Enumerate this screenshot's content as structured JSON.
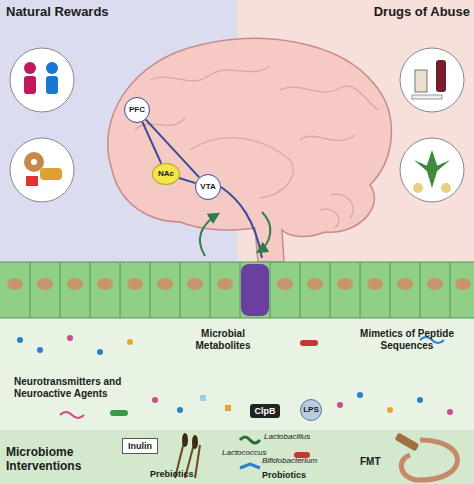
{
  "diagram": {
    "nodes": [
      {
        "text": [
          "Natural Rewards"
        ]
      },
      {
        "text": [
          "Drugs of Abuse"
        ]
      },
      {
        "text": [
          "PFC"
        ]
      },
      {
        "text": [
          "NAc"
        ]
      },
      {
        "text": [
          "VTA"
        ]
      },
      {
        "text": [
          "Neurotransmitters and Neuroactive Agents",
          "Microbial Metabolites",
          "Mimetics of Peptide Sequences"
        ]
      },
      {
        "text": [
          "ClpB"
        ],
        "in": 5
      },
      {
        "text": [
          "LPS"
        ],
        "in": 5
      },
      {
        "text": [
          "Microbiome Interventions",
          "Prebiotics",
          "Lactobacillus",
          "Lactococcus",
          "Bifidobacterium",
          "Probiotics",
          "FMT"
        ]
      },
      {
        "text": [
          "Inulin"
        ],
        "in": 8
      }
    ],
    "edges": [
      {
        "from": 2,
        "to": 3,
        "arrow": "none"
      },
      {
        "from": 3,
        "to": 4,
        "arrow": "none"
      },
      {
        "from": 2,
        "to": 4,
        "arrow": "none"
      }
    ]
  }
}
